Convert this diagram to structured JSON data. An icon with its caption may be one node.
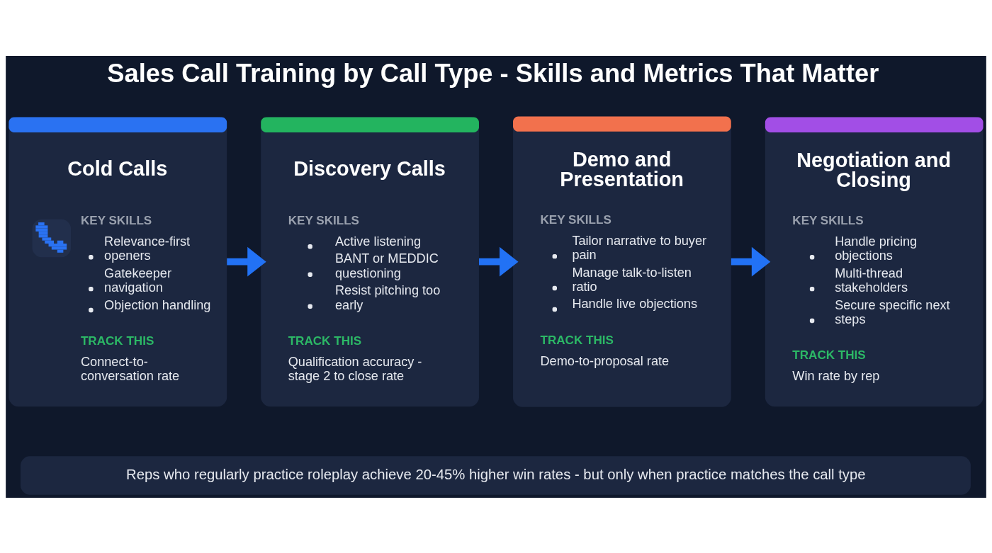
{
  "diagram": {
    "title": "Sales Call Training by Call Type - Skills and Metrics That Matter",
    "nodes": [
      {
        "text": [
          "Cold Calls",
          "KEY SKILLS",
          "Relevance-first openers",
          "Gatekeeper navigation",
          "Objection handling",
          "TRACK THIS",
          "Connect-to-conversation rate"
        ]
      },
      {
        "text": [
          "Discovery Calls",
          "KEY SKILLS",
          "Active listening",
          "BANT or MEDDIC questioning",
          "Resist pitching too early",
          "TRACK THIS",
          "Qualification accuracy - stage 2 to close rate"
        ]
      },
      {
        "text": [
          "Demo and Presentation",
          "KEY SKILLS",
          "Tailor narrative to buyer pain",
          "Manage talk-to-listen ratio",
          "Handle live objections",
          "TRACK THIS",
          "Demo-to-proposal rate"
        ]
      },
      {
        "text": [
          "Negotiation and Closing",
          "KEY SKILLS",
          "Handle pricing objections",
          "Multi-thread stakeholders",
          "Secure specific next steps",
          "TRACK THIS",
          "Win rate by rep"
        ]
      },
      {
        "text": [
          "Reps who regularly practice roleplay achieve 20-45% higher win rates - but only when practice matches the call type"
        ]
      }
    ],
    "edges": [
      {
        "from": 0,
        "to": 1,
        "arrow": "to"
      },
      {
        "from": 1,
        "to": 2,
        "arrow": "to"
      },
      {
        "from": 2,
        "to": 3,
        "arrow": "to"
      }
    ]
  }
}
